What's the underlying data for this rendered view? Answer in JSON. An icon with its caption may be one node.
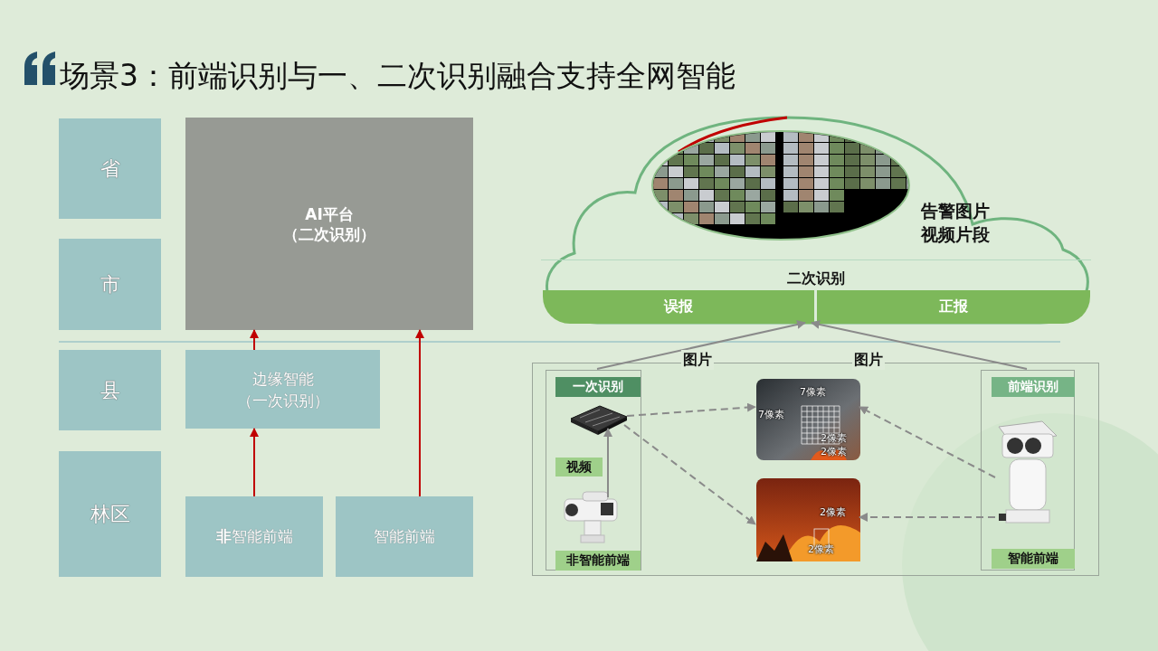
{
  "diagram": {
    "title": "场景3：前端识别与一、二次识别融合支持全网智能",
    "nodes": [
      {
        "text": [
          "省"
        ]
      },
      {
        "text": [
          "市"
        ]
      },
      {
        "text": [
          "县"
        ]
      },
      {
        "text": [
          "林区"
        ]
      },
      {
        "text": [
          "AI平台",
          "（二次识别）"
        ]
      },
      {
        "text": [
          "边缘智能",
          "（一次识别）"
        ]
      },
      {
        "text": [
          "**非**智能前端"
        ]
      },
      {
        "text": [
          "智能前端"
        ]
      },
      {
        "text": [
          "告警图片视频片段"
        ]
      },
      {
        "text": [
          "二次识别"
        ],
        "in": 8
      },
      {
        "text": [
          "误报"
        ],
        "in": 9
      },
      {
        "text": [
          "正报"
        ],
        "in": 9
      },
      {
        "text": [],
        "shape": "box"
      },
      {
        "text": [],
        "shape": "box",
        "in": 12
      },
      {
        "text": [
          "一次识别"
        ],
        "in": 13
      },
      {
        "text": [],
        "shape": "picture",
        "in": 13
      },
      {
        "text": [
          "视频"
        ],
        "in": 13
      },
      {
        "text": [],
        "shape": "picture",
        "in": 13
      },
      {
        "text": [
          "**非**智能前端"
        ],
        "in": 13
      },
      {
        "text": [],
        "shape": "box",
        "in": 12
      },
      {
        "text": [
          "前端识别"
        ],
        "in": 19
      },
      {
        "text": [],
        "shape": "picture",
        "in": 19
      },
      {
        "text": [
          "智能前端"
        ],
        "in": 19
      },
      {
        "text": [],
        "shape": "picture",
        "in": 12
      },
      {
        "text": [],
        "shape": "picture",
        "in": 12
      }
    ],
    "edges": [
      {
        "from": 6,
        "to": 5,
        "arrow": "to",
        "color": "#c00000"
      },
      {
        "from": 5,
        "to": 4,
        "arrow": "to",
        "color": "#c00000"
      },
      {
        "from": 7,
        "to": 4,
        "arrow": "to",
        "color": "#c00000"
      },
      {
        "from": 13,
        "to": 9,
        "arrow": "to",
        "label": "图片"
      },
      {
        "from": 19,
        "to": 9,
        "arrow": "to",
        "label": "图片"
      },
      {
        "from": 17,
        "to": 15,
        "arrow": "to"
      },
      {
        "from": 15,
        "to": 23,
        "arrow": "to",
        "style": "dashed"
      },
      {
        "from": 15,
        "to": 24,
        "arrow": "to",
        "style": "dashed"
      },
      {
        "from": 21,
        "to": 23,
        "arrow": "to",
        "style": "dashed"
      },
      {
        "from": 21,
        "to": 24,
        "arrow": "to",
        "style": "dashed"
      }
    ],
    "labels": [
      "7像素",
      "7像素",
      "2像素",
      "2像素",
      "2像素",
      "2像素"
    ]
  }
}
